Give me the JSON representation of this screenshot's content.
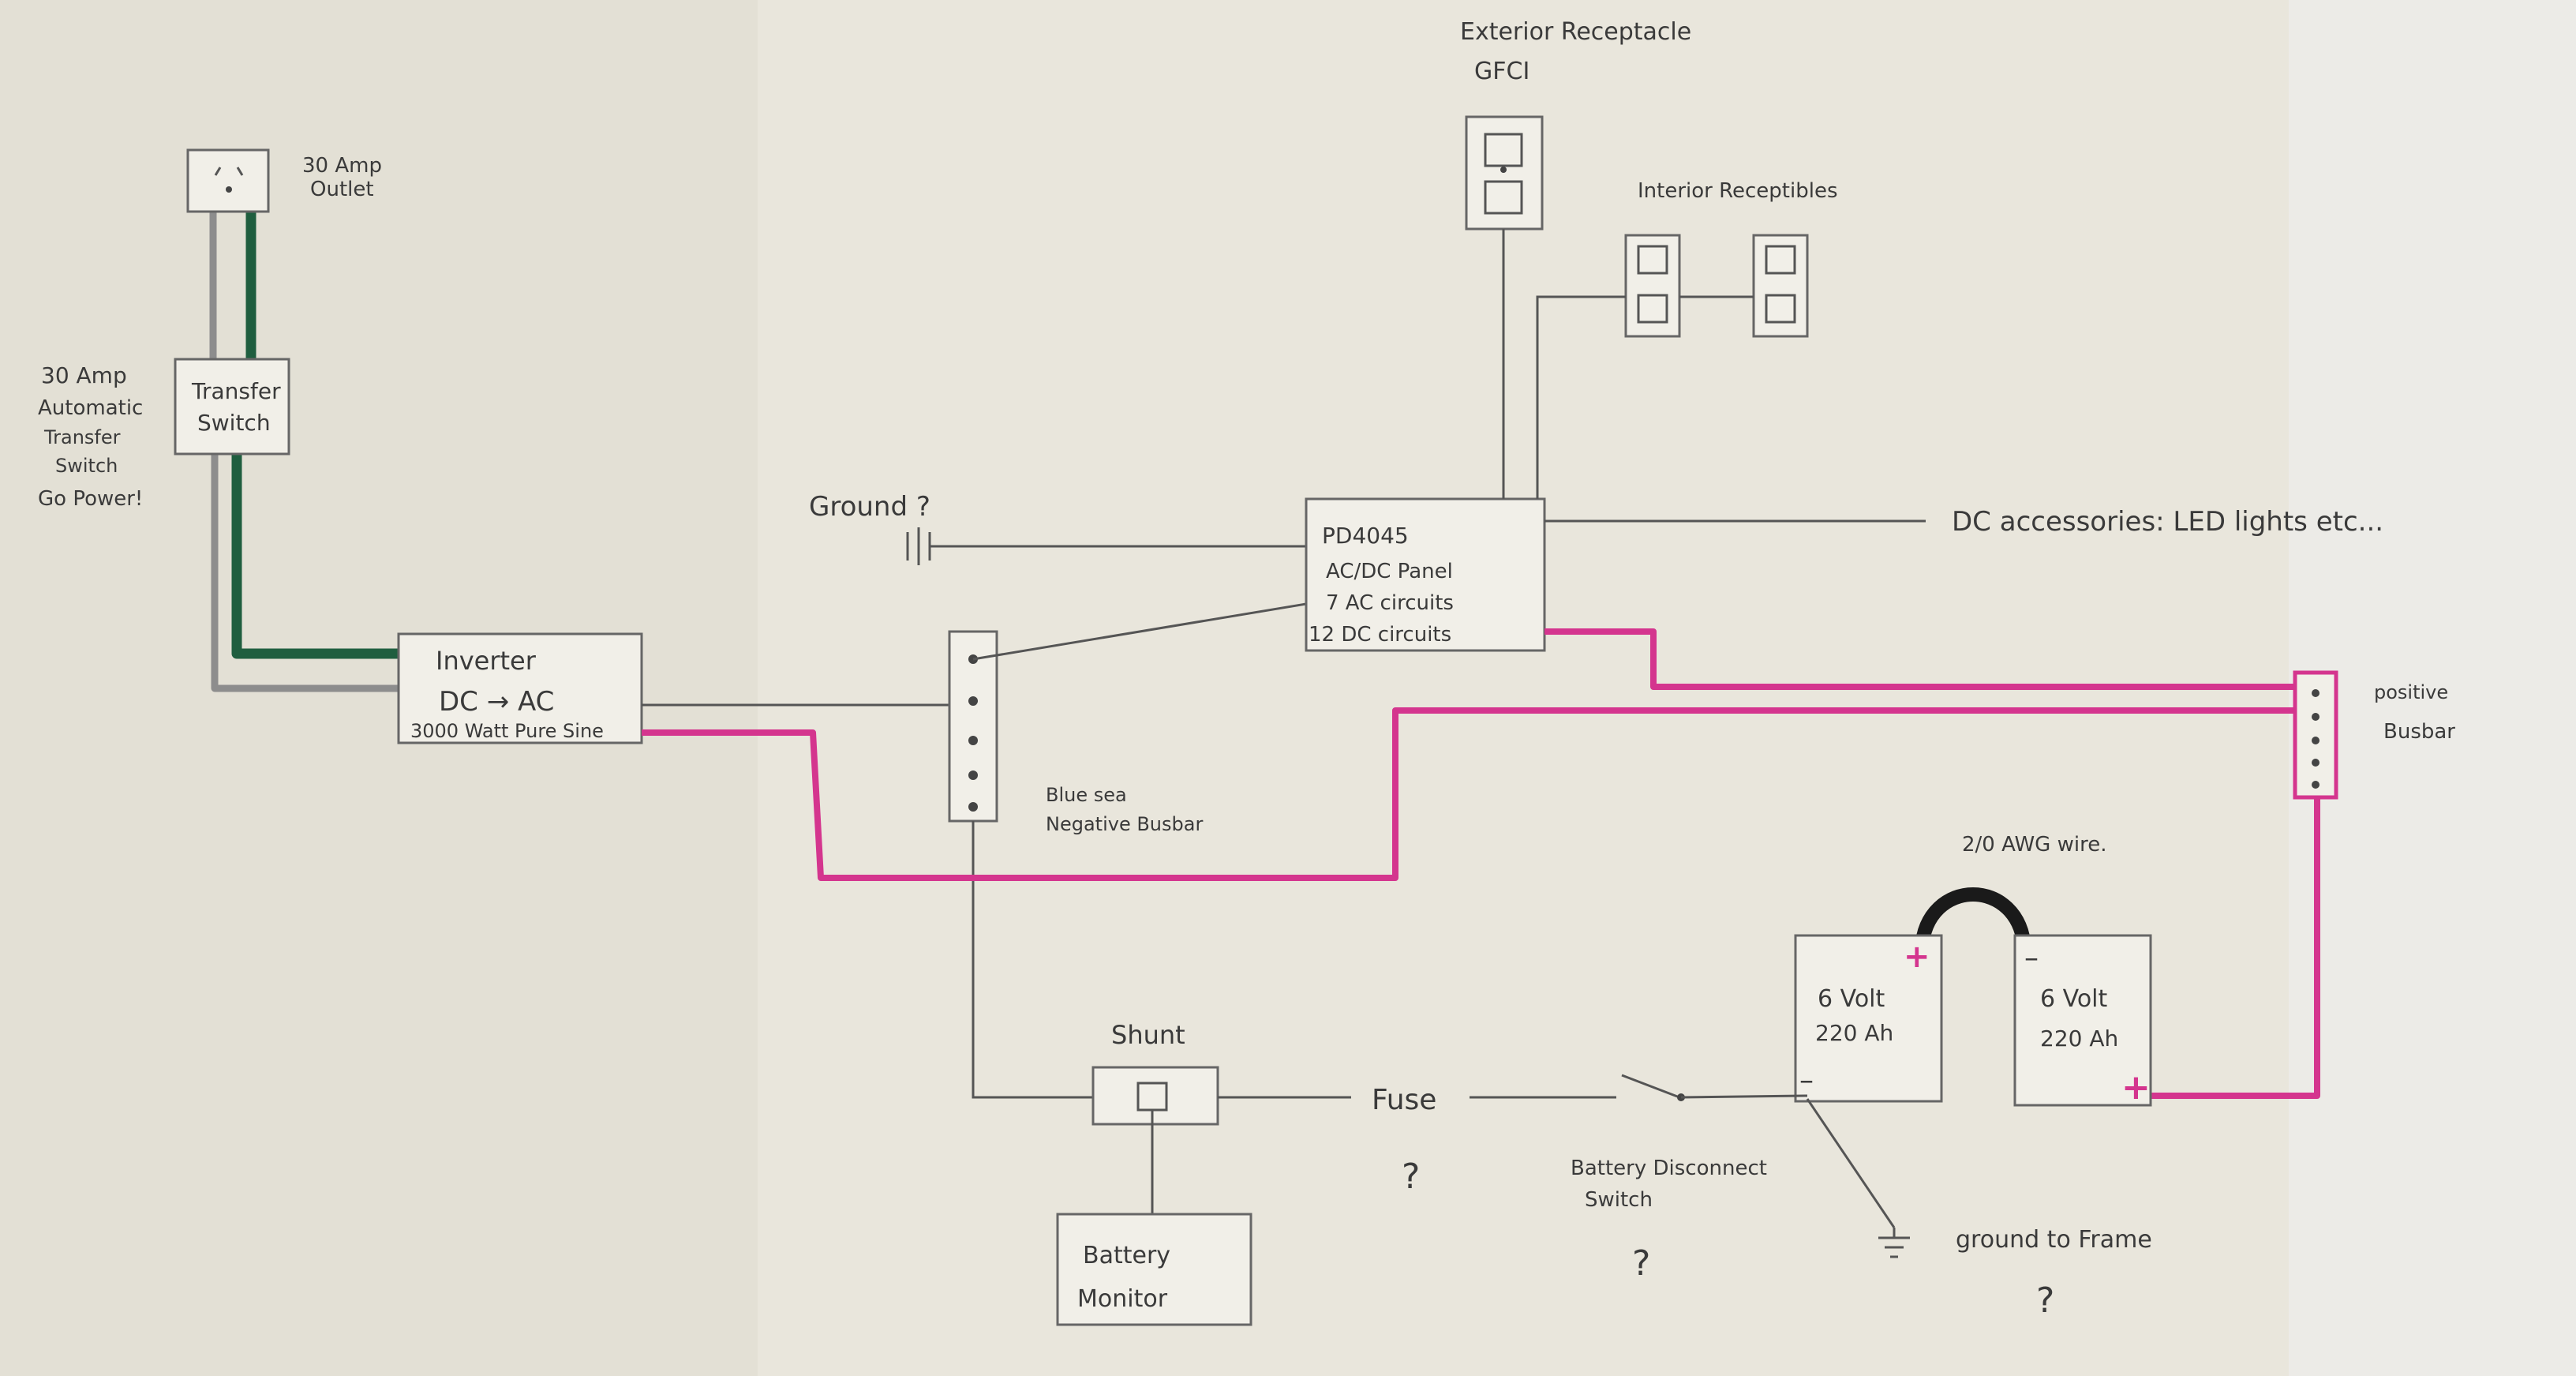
{
  "labels": {
    "outlet": [
      "30 Amp",
      "Outlet"
    ],
    "ats_side": [
      "30 Amp",
      "Automatic",
      "Transfer",
      "Switch",
      "Go Power!"
    ],
    "transfer_switch": [
      "Transfer",
      "Switch"
    ],
    "inverter": [
      "Inverter",
      "DC → AC",
      "3000 Watt Pure Sine"
    ],
    "ground_q": "Ground ?",
    "panel": [
      "PD4045",
      "AC/DC Panel",
      "7 AC circuits",
      "12 DC circuits"
    ],
    "exterior": [
      "Exterior Receptacle",
      "GFCI"
    ],
    "interior": "Interior Receptibles",
    "dc_accessories": "DC accessories: LED lights etc...",
    "neg_busbar": [
      "Blue sea",
      "Negative Busbar"
    ],
    "pos_busbar": [
      "positive",
      "Busbar"
    ],
    "wire": "2/0 AWG wire.",
    "battery1": [
      "6 Volt",
      "220 Ah"
    ],
    "battery2": [
      "6 Volt",
      "220 Ah"
    ],
    "shunt": "Shunt",
    "fuse": "Fuse",
    "fuse_q": "?",
    "monitor": [
      "Battery",
      "Monitor"
    ],
    "disconnect": [
      "Battery Disconnect",
      "Switch"
    ],
    "disconnect_q": "?",
    "ground_frame": "ground to Frame",
    "ground_frame_q": "?",
    "plus": "+",
    "minus": "–"
  },
  "colors": {
    "paper": "#e9e6dc",
    "positive_wire": "#d4358e",
    "ac_hot_wire": "#1f5e3f",
    "ac_neutral_wire": "#8d8d8d",
    "pencil": "#555555"
  }
}
